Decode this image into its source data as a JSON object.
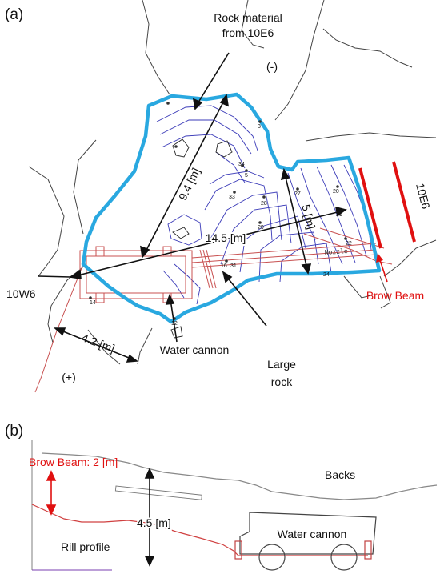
{
  "panel_a": {
    "label": "(a)",
    "rock_material_line1": "Rock material",
    "rock_material_line2": "from 10E6",
    "minus_sign": "(-)",
    "plus_sign": "(+)",
    "dim_9_4": "9.4 [m]",
    "dim_14_5": "14.5 [m]",
    "dim_5": "5 [m]",
    "dim_4_2": "4.2 [m]",
    "label_10W6": "10W6",
    "label_10E6": "10E6",
    "brow_beam": "Brow Beam",
    "water_cannon": "Water cannon",
    "large_rock_line1": "Large",
    "large_rock_line2": "rock",
    "nozzle": "Nozzle",
    "survey_numbers": [
      "3",
      "34",
      "5",
      "33",
      "28",
      "29",
      "27",
      "22",
      "20",
      "21",
      "14",
      "16",
      "31",
      "24",
      "12"
    ]
  },
  "panel_b": {
    "label": "(b)",
    "brow_beam_height": "Brow Beam: 2 [m]",
    "backs": "Backs",
    "height_4_5": "4.5 [m]",
    "water_cannon": "Water cannon",
    "rill_profile": "Rill profile"
  },
  "colors": {
    "boundary": "#29a8e0",
    "brow_beam": "#e01010",
    "contours": "#3a3ab8",
    "cannon_outline": "#c85050",
    "tunnel": "#444444"
  }
}
